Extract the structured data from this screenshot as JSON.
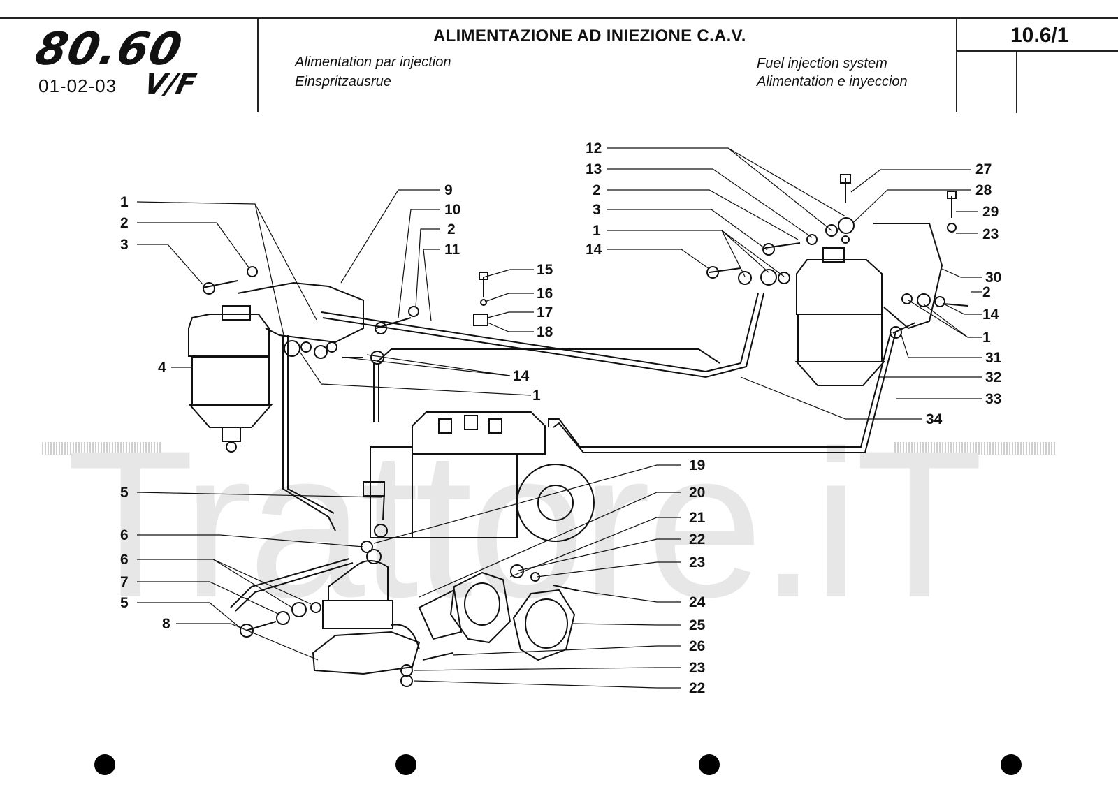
{
  "header": {
    "logo": "80.60",
    "logo_suffix": "V/F",
    "models": "01-02-03",
    "title": "ALIMENTAZIONE AD INIEZIONE C.A.V.",
    "subtitle_fr": "Alimentation par injection",
    "subtitle_de": "Einspritzausrue",
    "subtitle_en": "Fuel injection system",
    "subtitle_es": "Alimentation e inyeccion",
    "page": "10.6/1"
  },
  "watermark": "Trattore.iT",
  "callouts_left": [
    {
      "id": "c1a",
      "text": "1"
    },
    {
      "id": "c2a",
      "text": "2"
    },
    {
      "id": "c3a",
      "text": "3"
    },
    {
      "id": "c4",
      "text": "4"
    },
    {
      "id": "c5a",
      "text": "5"
    },
    {
      "id": "c6a",
      "text": "6"
    },
    {
      "id": "c6b",
      "text": "6"
    },
    {
      "id": "c7",
      "text": "7"
    },
    {
      "id": "c5b",
      "text": "5"
    },
    {
      "id": "c8",
      "text": "8"
    },
    {
      "id": "c9",
      "text": "9"
    },
    {
      "id": "c10",
      "text": "10"
    },
    {
      "id": "c2b",
      "text": "2"
    },
    {
      "id": "c11",
      "text": "11"
    },
    {
      "id": "c15",
      "text": "15"
    },
    {
      "id": "c16",
      "text": "16"
    },
    {
      "id": "c17",
      "text": "17"
    },
    {
      "id": "c18",
      "text": "18"
    },
    {
      "id": "c14a",
      "text": "14"
    },
    {
      "id": "c1b",
      "text": "1"
    }
  ],
  "callouts_right": [
    {
      "id": "c12",
      "text": "12"
    },
    {
      "id": "c13",
      "text": "13"
    },
    {
      "id": "c2c",
      "text": "2"
    },
    {
      "id": "c3b",
      "text": "3"
    },
    {
      "id": "c1c",
      "text": "1"
    },
    {
      "id": "c14b",
      "text": "14"
    },
    {
      "id": "c27",
      "text": "27"
    },
    {
      "id": "c28",
      "text": "28"
    },
    {
      "id": "c29",
      "text": "29"
    },
    {
      "id": "c23a",
      "text": "23"
    },
    {
      "id": "c30",
      "text": "30"
    },
    {
      "id": "c2d",
      "text": "2"
    },
    {
      "id": "c14c",
      "text": "14"
    },
    {
      "id": "c1d",
      "text": "1"
    },
    {
      "id": "c31",
      "text": "31"
    },
    {
      "id": "c32",
      "text": "32"
    },
    {
      "id": "c33",
      "text": "33"
    },
    {
      "id": "c34",
      "text": "34"
    },
    {
      "id": "c19",
      "text": "19"
    },
    {
      "id": "c20",
      "text": "20"
    },
    {
      "id": "c21",
      "text": "21"
    },
    {
      "id": "c22a",
      "text": "22"
    },
    {
      "id": "c23b",
      "text": "23"
    },
    {
      "id": "c24",
      "text": "24"
    },
    {
      "id": "c25",
      "text": "25"
    },
    {
      "id": "c26",
      "text": "26"
    },
    {
      "id": "c23c",
      "text": "23"
    },
    {
      "id": "c22b",
      "text": "22"
    }
  ]
}
